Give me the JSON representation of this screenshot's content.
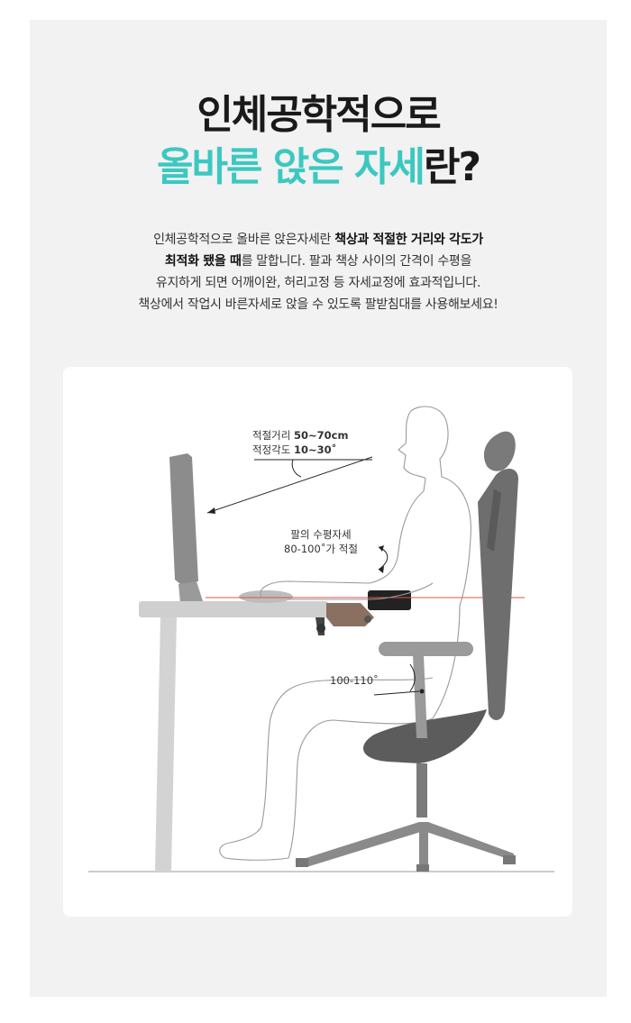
{
  "heading": {
    "line1": "인체공학적으로",
    "line2_accent_a": "올바른",
    "line2_accent_b": "앉은",
    "line2_accent_c": "자세",
    "line2_dark": "란?"
  },
  "description": {
    "l1_normal": "인체공학적으로 올바른 앉은자세란 ",
    "l1_bold": "책상과 적절한 거리와 각도가",
    "l2_bold": "최적화 됐을 때",
    "l2_normal": "를 말합니다. 팔과 책상 사이의 간격이 수평을",
    "l3": "유지하게 되면 어깨이완, 허리고정 등 자세교정에 효과적입니다.",
    "l4": "책상에서 작업시 바른자세로 앉을 수 있도록 팔받침대를 사용해보세요!"
  },
  "diagram": {
    "distance_label": "적절거리",
    "distance_value": "50~70cm",
    "angle_label": "적정각도",
    "angle_value": "10~30˚",
    "arm_label": "팔의 수평자세",
    "arm_value": "80-100˚가 적절",
    "hip_value": "100-110˚"
  },
  "colors": {
    "accent": "#3cc8c0",
    "panel_bg": "#f2f2f2",
    "horizon_line": "#e05050"
  }
}
